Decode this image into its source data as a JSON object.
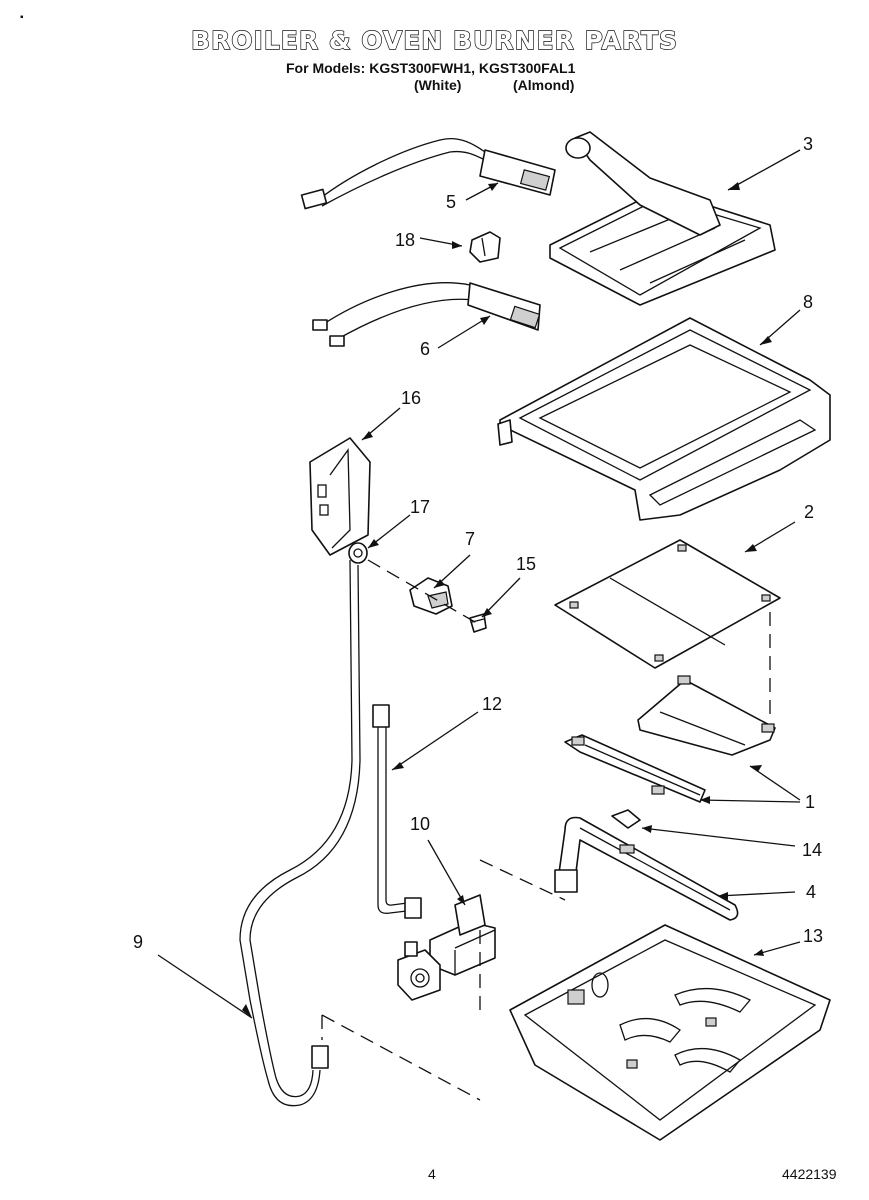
{
  "header": {
    "title": "BROILER & OVEN BURNER PARTS",
    "models_line": "For Models: KGST300FWH1, KGST300FAL1",
    "color_white": "(White)",
    "color_almond": "(Almond)"
  },
  "callouts": [
    "3",
    "5",
    "18",
    "6",
    "8",
    "16",
    "17",
    "7",
    "15",
    "2",
    "12",
    "1",
    "10",
    "14",
    "4",
    "9",
    "13"
  ],
  "footer": {
    "page_number": "4",
    "document_number": "4422139"
  }
}
